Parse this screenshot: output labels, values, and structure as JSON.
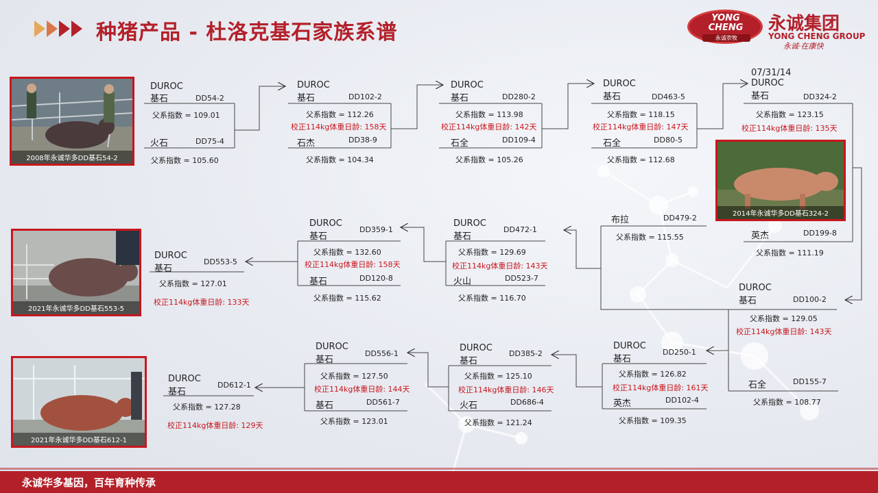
{
  "header": {
    "title": "种猪产品 - 杜洛克基石家族系谱"
  },
  "logo": {
    "en": "YONG CHENG",
    "small": "永诚农牧",
    "cn": "永诚集团",
    "group": "YONG CHENG GROUP",
    "slogan": "永诚·在康快"
  },
  "footer": {
    "text": "永诚华多基因，百年育种传承"
  },
  "photos": {
    "p1": "2008年永诚华多DD基石54-2",
    "p2": "2014年永诚华多DD基石324-2",
    "p3": "2021年永诚华多DD基石553-5",
    "p4": "2021年永诚华多DD基石612-1"
  },
  "nodes": {
    "dd54": {
      "breed": "DUROC",
      "name": "基石",
      "id": "DD54-2",
      "idx": "父系指数 = 109.01"
    },
    "dd75": {
      "name": "火石",
      "id": "DD75-4",
      "idx": "父系指数 = 105.60"
    },
    "dd102": {
      "breed": "DUROC",
      "name": "基石",
      "id": "DD102-2",
      "idx": "父系指数 = 112.26",
      "days": "校正114kg体重日龄: 158天"
    },
    "dd38": {
      "name": "石杰",
      "id": "DD38-9",
      "idx": "父系指数 = 104.34"
    },
    "dd280": {
      "breed": "DUROC",
      "name": "基石",
      "id": "DD280-2",
      "idx": "父系指数 = 113.98",
      "days": "校正114kg体重日龄: 142天"
    },
    "dd109": {
      "name": "石全",
      "id": "DD109-4",
      "idx": "父系指数 = 105.26"
    },
    "dd463": {
      "breed": "DUROC",
      "name": "基石",
      "id": "DD463-5",
      "idx": "父系指数 = 118.15",
      "days": "校正114kg体重日龄: 147天"
    },
    "dd80": {
      "name": "石全",
      "id": "DD80-5",
      "idx": "父系指数 = 112.68"
    },
    "dd324": {
      "date": "07/31/14",
      "breed": "DUROC",
      "name": "基石",
      "id": "DD324-2",
      "idx": "父系指数 = 123.15",
      "days": "校正114kg体重日龄: 135天"
    },
    "dd479": {
      "name": "布拉",
      "id": "DD479-2",
      "idx": "父系指数 = 115.55"
    },
    "dd199": {
      "name": "英杰",
      "id": "DD199-8",
      "idx": "父系指数 = 111.19"
    },
    "dd472": {
      "breed": "DUROC",
      "name": "基石",
      "id": "DD472-1",
      "idx": "父系指数 = 129.69",
      "days": "校正114kg体重日龄: 143天"
    },
    "dd523": {
      "name": "火山",
      "id": "DD523-7",
      "idx": "父系指数 = 116.70"
    },
    "dd359": {
      "breed": "DUROC",
      "name": "基石",
      "id": "DD359-1",
      "idx": "父系指数 = 132.60",
      "days": "校正114kg体重日龄: 158天"
    },
    "dd120": {
      "name": "基石",
      "id": "DD120-8",
      "idx": "父系指数 = 115.62"
    },
    "dd553": {
      "breed": "DUROC",
      "name": "基石",
      "id": "DD553-5",
      "idx": "父系指数 = 127.01",
      "days": "校正114kg体重日龄: 133天"
    },
    "dd100": {
      "breed": "DUROC",
      "name": "基石",
      "id": "DD100-2",
      "idx": "父系指数 = 129.05",
      "days": "校正114kg体重日龄: 143天"
    },
    "dd155": {
      "name": "石全",
      "id": "DD155-7",
      "idx": "父系指数 = 108.77"
    },
    "dd250": {
      "breed": "DUROC",
      "name": "基石",
      "id": "DD250-1",
      "idx": "父系指数 = 126.82",
      "days": "校正114kg体重日龄: 161天"
    },
    "dd102b": {
      "name": "英杰",
      "id": "DD102-4",
      "idx": "父系指数 = 109.35"
    },
    "dd385": {
      "breed": "DUROC",
      "name": "基石",
      "id": "DD385-2",
      "idx": "父系指数 = 125.10",
      "days": "校正114kg体重日龄: 146天"
    },
    "dd686": {
      "name": "火石",
      "id": "DD686-4",
      "idx": "父系指数 = 121.24"
    },
    "dd556": {
      "breed": "DUROC",
      "name": "基石",
      "id": "DD556-1",
      "idx": "父系指数 = 127.50",
      "days": "校正114kg体重日龄: 144天"
    },
    "dd561": {
      "name": "基石",
      "id": "DD561-7",
      "idx": "父系指数 = 123.01"
    },
    "dd612": {
      "breed": "DUROC",
      "name": "基石",
      "id": "DD612-1",
      "idx": "父系指数 = 127.28",
      "days": "校正114kg体重日龄: 129天"
    }
  }
}
